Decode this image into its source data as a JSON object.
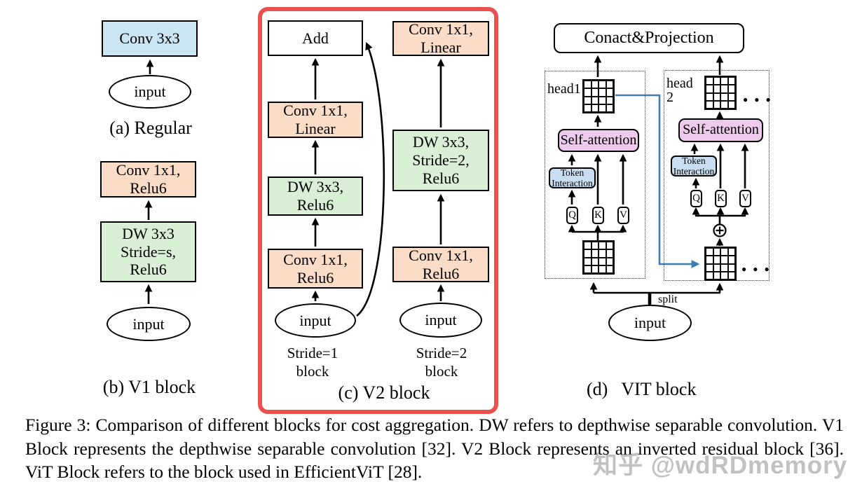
{
  "colors": {
    "conv_blue": "#cbe5f3",
    "relu_peach": "#fbdcc6",
    "dw_green": "#d9f0d6",
    "attention_pink": "#eecaec",
    "token_blue": "#c9def0",
    "highlight_red": "#e8514e",
    "connector_blue": "#3e7cb1"
  },
  "panel_a": {
    "caption": "(a) Regular",
    "conv": "Conv 3x3",
    "input_label": "input"
  },
  "panel_b": {
    "caption": "(b) V1 block",
    "conv": "Conv 1x1,\nRelu6",
    "dw": "DW 3x3\nStride=s,\nRelu6",
    "input_label": "input"
  },
  "panel_c": {
    "caption": "(c) V2 block",
    "stride1": {
      "add": "Add",
      "conv_linear": "Conv 1x1,\nLinear",
      "dw": "DW 3x3,\nRelu6",
      "conv_relu": "Conv 1x1,\nRelu6",
      "input_label": "input",
      "branch_label": "Stride=1\nblock"
    },
    "stride2": {
      "conv_linear": "Conv 1x1,\nLinear",
      "dw": "DW 3x3,\nStride=2,\nRelu6",
      "conv_relu": "Conv 1x1,\nRelu6",
      "input_label": "input",
      "branch_label": "Stride=2\nblock"
    }
  },
  "panel_d": {
    "caption": "(d)   VIT block",
    "concat_projection": "Conact&Projection",
    "head1": {
      "label": "head1",
      "self_attention": "Self-attention",
      "token_interaction": "Token\nInteraction",
      "q": "Q",
      "k": "K",
      "v": "V"
    },
    "head2": {
      "label": "head\n2",
      "self_attention": "Self-attention",
      "token_interaction": "Token\nInteraction",
      "q": "Q",
      "k": "K",
      "v": "V"
    },
    "split_label": "split",
    "input_label": "input",
    "ellipsis": "● ● ●"
  },
  "caption": "Figure 3: Comparison of different blocks for cost aggregation. DW refers to depthwise separable convolution. V1 Block represents the depthwise separable convolution [32]. V2 Block represents an inverted residual block [36]. ViT Block refers to the block used in EfficientViT [28].",
  "watermark": "知乎 @wdRDmemory"
}
